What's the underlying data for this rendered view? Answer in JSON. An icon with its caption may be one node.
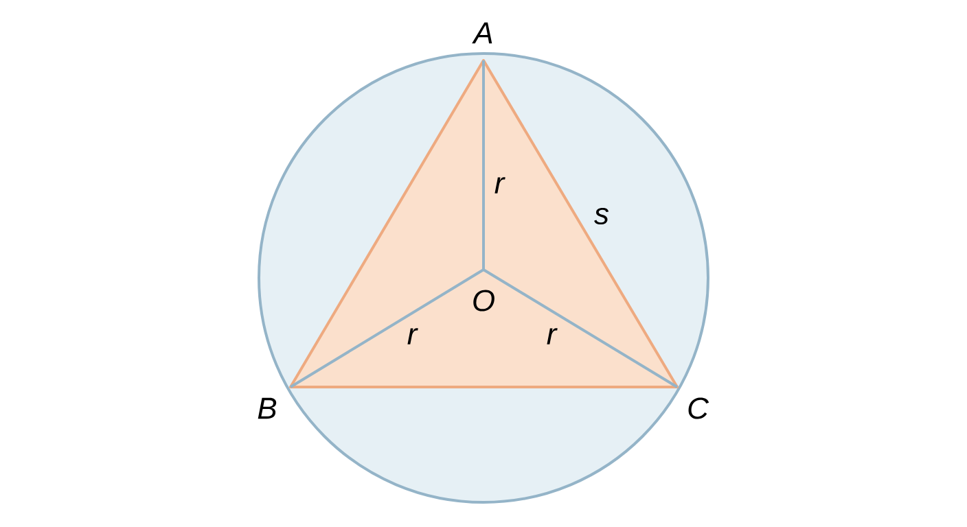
{
  "diagram": {
    "labels": [
      "A",
      "r",
      "s",
      "O",
      "r",
      "r",
      "B",
      "C"
    ]
  }
}
